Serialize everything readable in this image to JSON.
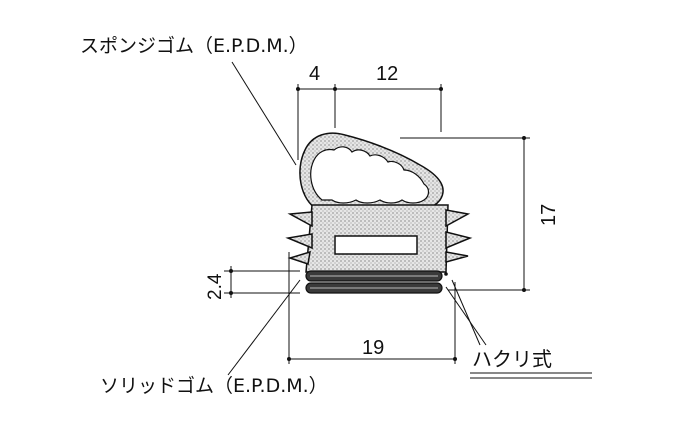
{
  "labels": {
    "sponge_rubber": "スポンジゴム（E.P.D.M.）",
    "solid_rubber": "ソリッドゴム（E.P.D.M.）",
    "peel_type": "ハクリ式"
  },
  "dimensions": {
    "top_left": "4",
    "top_right": "12",
    "height": "17",
    "base_thickness": "2.4",
    "bottom_width": "19"
  },
  "colors": {
    "ink": "#111111",
    "fill": "#d8d8d8",
    "background": "#ffffff"
  }
}
